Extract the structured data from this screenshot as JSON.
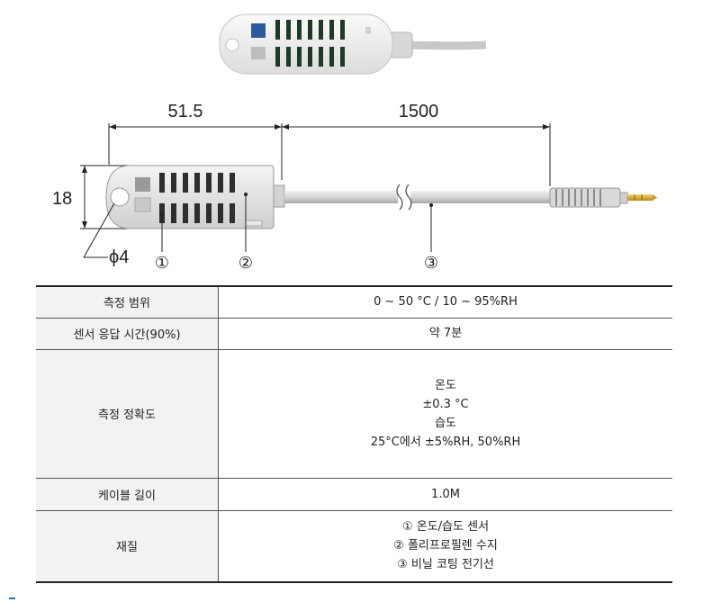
{
  "drawing": {
    "dim_length": "51.5",
    "dim_cable": "1500",
    "dim_height": "18",
    "dim_hole": "ϕ4",
    "callout_1": "①",
    "callout_2": "②",
    "callout_3": "③"
  },
  "specs": [
    {
      "label": "측정 범위",
      "lines": [
        "0 ~ 50 °C / 10 ~ 95%RH"
      ]
    },
    {
      "label": "센서 응답 시간(90%)",
      "lines": [
        "약 7분"
      ]
    },
    {
      "label": "측정 정확도",
      "lines": [
        "온도",
        "±0.3 °C",
        "습도",
        "25°C에서 ±5%RH, 50%RH"
      ]
    },
    {
      "label": "케이블 길이",
      "lines": [
        "1.0M"
      ]
    },
    {
      "label": "재질",
      "lines": [
        "① 온도/습도 센서",
        "② 폴리프로필렌 수지",
        "③ 비닐 코팅 전기선"
      ]
    }
  ],
  "colors": {
    "accent_dash": "#2f6fb5",
    "label_bg": "#f2f2f2"
  }
}
